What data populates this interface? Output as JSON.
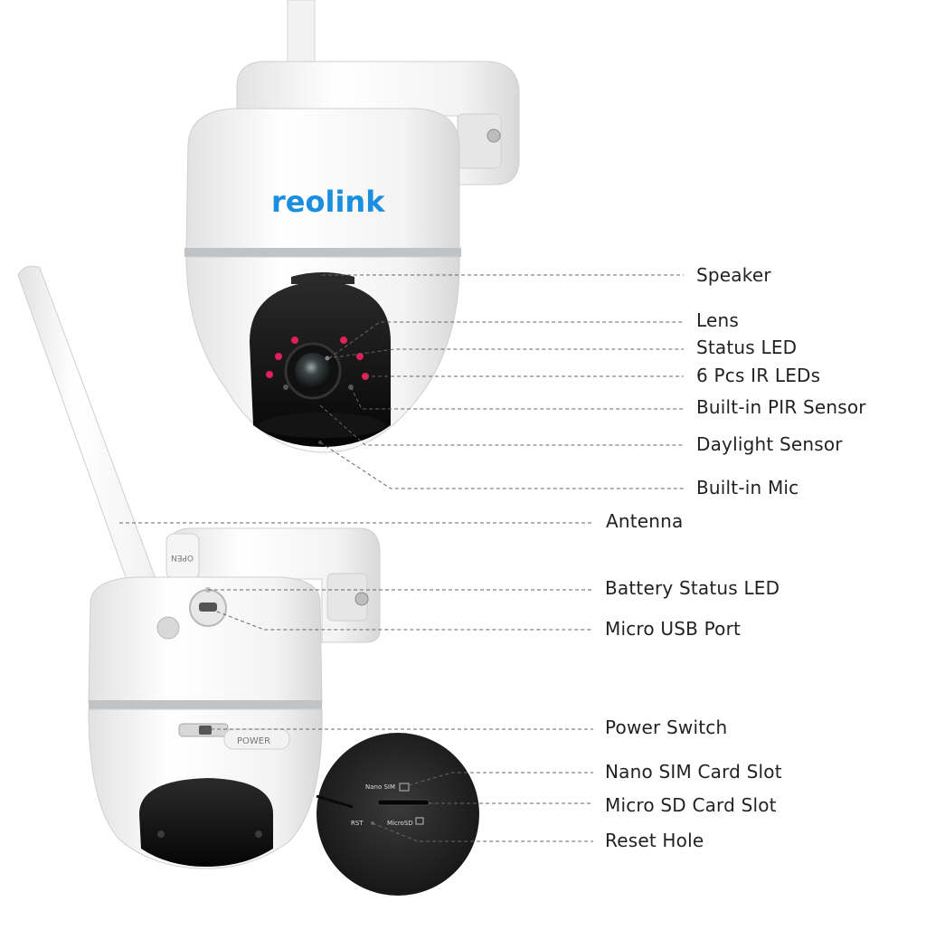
{
  "brand": "reolink",
  "labels": [
    {
      "key": "speaker",
      "text": "Speaker"
    },
    {
      "key": "lens",
      "text": "Lens"
    },
    {
      "key": "status-led",
      "text": "Status LED"
    },
    {
      "key": "ir-leds",
      "text": "6 Pcs IR LEDs"
    },
    {
      "key": "pir-sensor",
      "text": "Built-in PIR Sensor"
    },
    {
      "key": "daylight-sensor",
      "text": "Daylight Sensor"
    },
    {
      "key": "mic",
      "text": "Built-in Mic"
    },
    {
      "key": "antenna",
      "text": "Antenna"
    },
    {
      "key": "battery-led",
      "text": "Battery Status LED"
    },
    {
      "key": "usb-port",
      "text": "Micro USB Port"
    },
    {
      "key": "power-switch",
      "text": "Power Switch"
    },
    {
      "key": "sim-slot",
      "text": "Nano SIM Card Slot"
    },
    {
      "key": "sd-slot",
      "text": "Micro SD Card Slot"
    },
    {
      "key": "reset-hole",
      "text": "Reset Hole"
    }
  ],
  "device_markings": {
    "power": "POWER",
    "nano_sim": "Nano SIM",
    "micro_sd": "MicroSD",
    "rst": "RST"
  },
  "colors": {
    "brand": "#1a8fe0",
    "ir_led": "#e0205a",
    "leader": "#666666"
  }
}
